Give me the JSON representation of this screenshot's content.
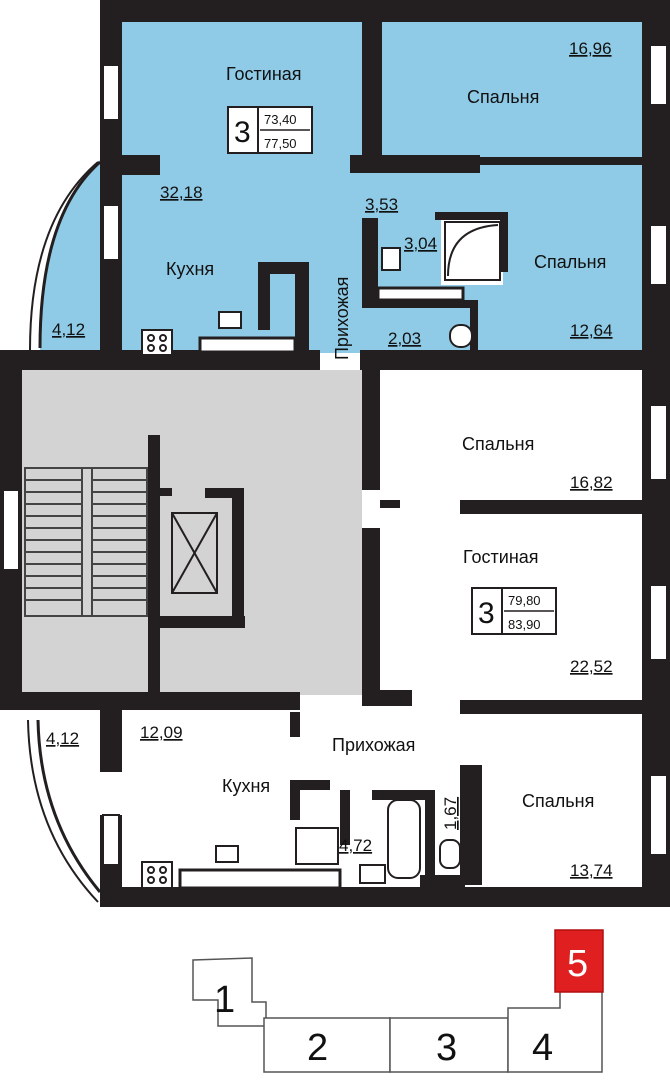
{
  "apartment_top": {
    "rooms": 3,
    "area_living_label": "73,40",
    "area_total_label": "77,50",
    "room_names": {
      "living": "Гостиная",
      "bedroom_1": "Спальня",
      "bedroom_2": "Спальня",
      "kitchen": "Кухня",
      "hall": "Прихожая"
    },
    "areas": {
      "bedroom_1": "16,96",
      "kitchen_living": "32,18",
      "hall": "3,53",
      "bathroom": "3,04",
      "balcony": "4,12",
      "wc": "2,03",
      "bedroom_2": "12,64"
    }
  },
  "apartment_bottom": {
    "rooms": 3,
    "area_living_label": "79,80",
    "area_total_label": "83,90",
    "room_names": {
      "bedroom_1": "Спальня",
      "living": "Гостиная",
      "hall": "Прихожая",
      "kitchen": "Кухня",
      "bedroom_2": "Спальня"
    },
    "areas": {
      "bedroom_1": "16,82",
      "living": "22,52",
      "balcony": "4,12",
      "kitchen": "12,09",
      "bathroom": "4,72",
      "wc": "1,67",
      "bedroom_2": "13,74"
    }
  },
  "key_plan": {
    "sections": [
      "1",
      "2",
      "3",
      "4",
      "5"
    ],
    "highlighted": "5",
    "highlight_color": "#e02020"
  },
  "colors": {
    "wall": "#231f20",
    "apartment_fill": "#8fcbe6",
    "stair_fill": "#d3d3d3",
    "window_fill": "#ffffff"
  }
}
